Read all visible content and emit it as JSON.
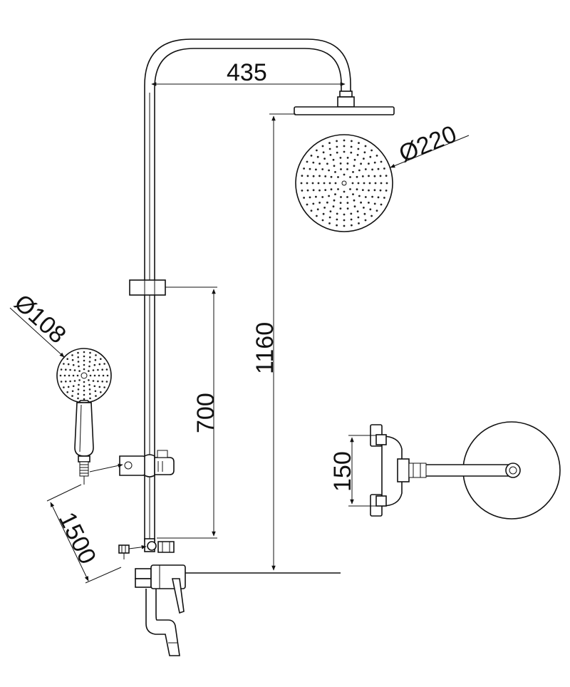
{
  "dimensions": {
    "arm_length": "435",
    "head_diameter": "Ø220",
    "total_height": "1160",
    "slide_bar_length": "700",
    "hand_shower_diameter": "Ø108",
    "hose_length": "1500",
    "inlet_centers": "150"
  },
  "colors": {
    "line": "#111111",
    "background": "#ffffff"
  }
}
